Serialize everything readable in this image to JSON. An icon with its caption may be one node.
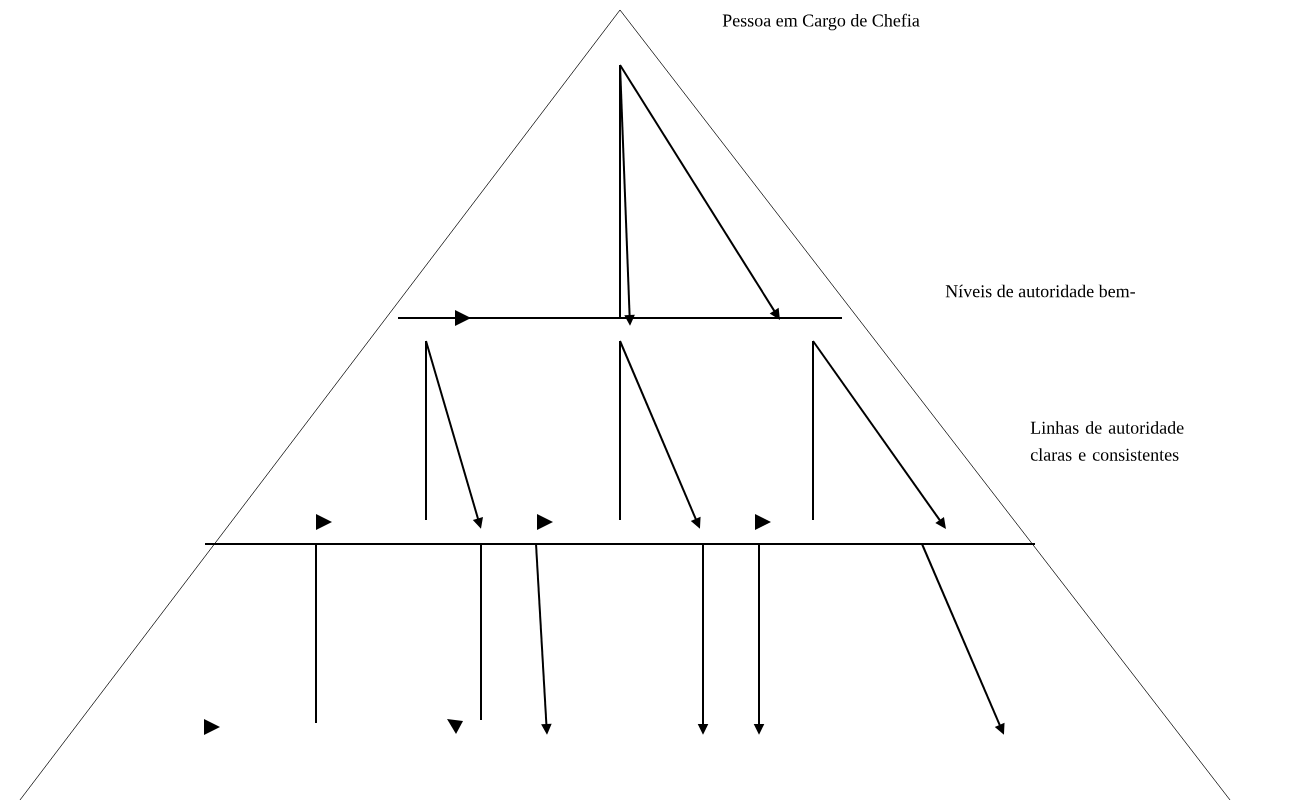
{
  "diagram": {
    "labels": [
      "Pessoa em Cargo de Chefia",
      "Níveis de autoridade bem-",
      "Linhas de autoridade claras e consistentes"
    ]
  }
}
